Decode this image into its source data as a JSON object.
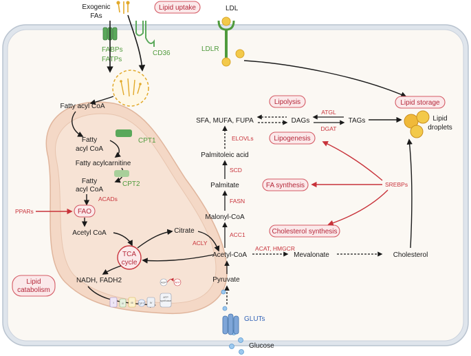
{
  "colors": {
    "membrane": "#c9d1dc",
    "cytoplasm": "#fbf8f3",
    "mitochondrion": "#f4d8c6",
    "enzyme_red": "#c8323a",
    "transporter_green": "#4f9a3c",
    "transporter_blue": "#3565b8",
    "lipid_droplet": "#f0b93a"
  },
  "labels": {
    "exogenous_fas": [
      "Exogenic",
      "FAs"
    ],
    "lipid_uptake": "Lipid uptake",
    "ldl": "LDL",
    "ldlr": "LDLR",
    "fabps": "FABPs",
    "fatps": "FATPs",
    "cd36": "CD36",
    "fatty_acyl_coa_top": "Fatty acyl CoA",
    "fatty_acyl_coa_mito1": [
      "Fatty",
      "acyl CoA"
    ],
    "cpt1": "CPT1",
    "fatty_acylcarnitine": "Fatty acylcarnitine",
    "fatty_acyl_coa_mito2": [
      "Fatty",
      "acyl CoA"
    ],
    "cpt2": "CPT2",
    "acads": "ACADs",
    "pparas": "PPARs",
    "fao": "FAO",
    "acetyl_coa_mito": "Acetyl CoA",
    "tca_cycle": [
      "TCA",
      "cycle"
    ],
    "nadh_fadh2": "NADH, FADH2",
    "lipid_catabolism": [
      "Lipid",
      "catabolism"
    ],
    "citrate": "Citrate",
    "acly": "ACLY",
    "acetyl_coa_cyto": "Acetyl-CoA",
    "acc1": "ACC1",
    "malonyl_coa": "Malonyl-CoA",
    "fasn": "FASN",
    "palmitate": "Palmitate",
    "scd": "SCD",
    "palmitoleic_acid": "Palmitoleic acid",
    "elovls": "ELOVLs",
    "sfa_mufa_fupa": "SFA, MUFA, FUPA",
    "dags": "DAGs",
    "tags": "TAGs",
    "atgl": "ATGL",
    "dgat": "DGAT",
    "lipolysis": "Lipolysis",
    "lipogenesis": "Lipogenesis",
    "fa_synthesis": "FA synthesis",
    "cholesterol_synthesis": "Cholesterol synthesis",
    "srebps": "SREBPs",
    "acat_hmgcr": "ACAT, HMGCR",
    "mevalonate": "Mevalonate",
    "cholesterol": "Cholesterol",
    "lipid_storage": "Lipid storage",
    "lipid_droplets": [
      "Lipid",
      "droplets"
    ],
    "pyruvate": "Pyruvate",
    "gluts": "GLUTs",
    "glucose": "Glucose",
    "etc": {
      "complex_i": "I",
      "complex_ii": "II",
      "complex_iii": "III",
      "cyt_c": "Cyt C",
      "complex_iv": "IV",
      "adp": "ADP",
      "atp": "ATP",
      "atp_synthase": [
        "ATP",
        "synthase"
      ]
    }
  }
}
